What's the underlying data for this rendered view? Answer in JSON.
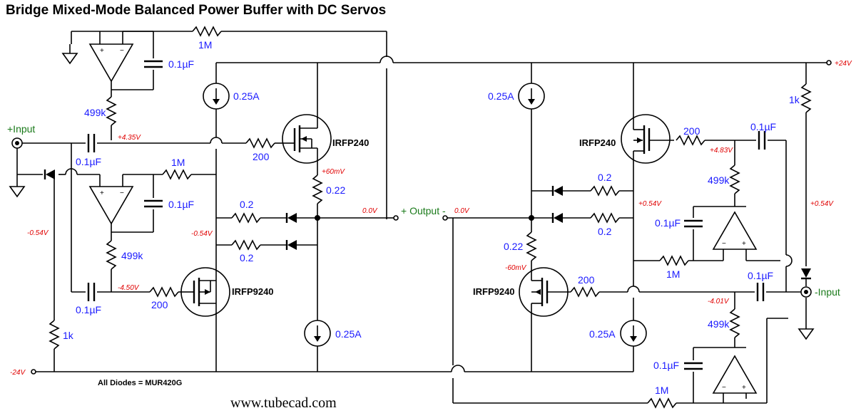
{
  "title": "Bridge Mixed-Mode Balanced Power Buffer with DC Servos",
  "footer": "www.tubecad.com",
  "note": "All Diodes = MUR420G",
  "rails": {
    "positive": "+24V",
    "negative": "-24V"
  },
  "io": {
    "plus_input": "+Input",
    "minus_input": "-Input",
    "output": "+ Output -"
  },
  "left": {
    "r_fb_top": "1M",
    "cap_servo_top": "0.1µF",
    "r_servo_top": "499k",
    "cap_in_top": "0.1µF",
    "r_gate_top": "200",
    "mosfet_top": "IRFP240",
    "ccs_top": "0.25A",
    "r_fb_mid": "1M",
    "cap_servo_mid": "0.1µF",
    "r_source_top": "0.22",
    "r_diode_1": "0.2",
    "r_diode_2": "0.2",
    "r_servo_bot": "499k",
    "cap_in_bot": "0.1µF",
    "r_gate_bot": "200",
    "mosfet_bot": "IRFP9240",
    "ccs_bot": "0.25A",
    "r_bias": "1k",
    "v_gate_top": "+4.35V",
    "v_source_top": "+60mV",
    "v_out": "0.0V",
    "v_diode": "-0.54V",
    "v_bias": "-0.54V",
    "v_gate_bot": "-4.50V"
  },
  "right": {
    "ccs_top": "0.25A",
    "mosfet_top": "IRFP240",
    "r_gate_top": "200",
    "cap_in_top": "0.1µF",
    "r_bias": "1k",
    "r_servo_top": "499k",
    "cap_servo_top": "0.1µF",
    "r_fb_mid": "1M",
    "r_diode_1": "0.2",
    "r_diode_2": "0.2",
    "r_source_bot": "0.22",
    "mosfet_bot": "IRFP9240",
    "r_gate_bot": "200",
    "cap_in_bot": "0.1µF",
    "ccs_bot": "0.25A",
    "r_servo_bot": "499k",
    "cap_servo_bot": "0.1µF",
    "r_fb_bot": "1M",
    "v_gate_top": "+4.83V",
    "v_diode": "+0.54V",
    "v_bias": "+0.54V",
    "v_out": "0.0V",
    "v_source_bot": "-60mV",
    "v_gate_bot": "-4.01V"
  }
}
